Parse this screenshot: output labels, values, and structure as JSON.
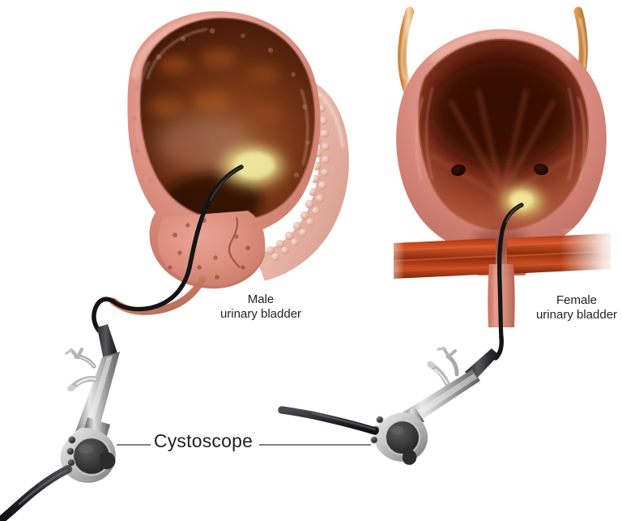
{
  "figure": {
    "kind": "medical-illustration",
    "background_color": "#ffffff",
    "labels": {
      "male": "Male\nurinary bladder",
      "female": "Female\nurinary bladder",
      "cystoscope": "Cystoscope"
    },
    "label_color": "#231f20"
  },
  "palette": {
    "bladder_wall_light": "#e7a093",
    "bladder_wall_mid": "#d9897c",
    "bladder_wall_dark": "#b76a5e",
    "bladder_highlight": "#f0c0b4",
    "lumen_dark": "#3d1508",
    "lumen_mid": "#7a3314",
    "lumen_warm": "#a0481d",
    "lesion_yellow": "#e9e08a",
    "lesion_yellow_core": "#efe59a",
    "prostate_shell": "#e6b3a6",
    "prostate_nodule": "#e9bdaf",
    "ureter_orange": "#e3a45c",
    "ureter_highlight": "#f6dcb4",
    "muscle_dark": "#8c2e10",
    "muscle_mid": "#c4451b",
    "muscle_light": "#d9643a",
    "scope_metal_light": "#e3e3e3",
    "scope_metal_mid": "#9a9a9a",
    "scope_metal_dark": "#5c5c5c",
    "scope_wheel_dark": "#3a3a3a",
    "scope_cable_black": "#17171a",
    "leader_line": "#58534f",
    "orifice_dark": "#2a0a05"
  },
  "male_bladder": {
    "name": "male urinary bladder cross-section",
    "features": [
      "bladder wall",
      "bladder lumen",
      "yellow lesion",
      "prostate gland with nodules",
      "urethra",
      "inserted cystoscope cable"
    ]
  },
  "female_bladder": {
    "name": "female urinary bladder frontal section",
    "features": [
      "bladder dome",
      "left ureter",
      "right ureter",
      "ureteric orifice left",
      "ureteric orifice right",
      "yellow lesion",
      "pelvic floor muscle bands",
      "urethra",
      "inserted cystoscope cable"
    ]
  },
  "cystoscope_left": {
    "name": "cystoscope instrument left",
    "parts": [
      "eyepiece head",
      "control wheel",
      "port buttons",
      "shaft",
      "side valve ports",
      "flexible insertion cable",
      "light cable"
    ]
  },
  "cystoscope_right": {
    "name": "cystoscope instrument right",
    "parts": [
      "eyepiece head",
      "control wheel",
      "port buttons",
      "shaft",
      "side valve ports",
      "flexible insertion cable",
      "light cable"
    ]
  }
}
